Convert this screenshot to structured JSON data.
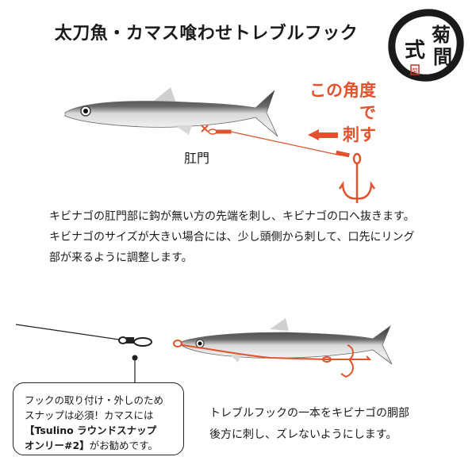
{
  "header": {
    "title": "太刀魚・カマス喰わせトレブルフック",
    "logo": {
      "text": "菊間式",
      "seal_text": "菊",
      "icon": "brush-circle-logo-icon"
    }
  },
  "top_diagram": {
    "angle_label_line1": "この角度で",
    "angle_label_line2": "刺す",
    "arrow_icon": "left-arrow-icon",
    "anus_label": "肛門",
    "mark_icon": "x-mark-icon",
    "fish_icon": "kibinago-fish-icon",
    "hook_icon": "treble-hook-icon"
  },
  "instructions": {
    "line1": "キビナゴの肛門部に鈎が無い方の先端を刺し、キビナゴの口へ抜きます。",
    "line2": "キビナゴのサイズが大きい場合には、少し頭側から刺して、口先にリング",
    "line3": "部が来るように調整します。"
  },
  "bottom_diagram": {
    "snap_icon": "snap-swivel-icon",
    "callout": {
      "line1": "フックの取り付け・外しのため",
      "line2": "スナップは必須！カマスには",
      "product_line1": "【Tsulino ラウンドスナップ",
      "product_line2": "オンリー#2】",
      "line4_suffix": "がお勧めです。"
    },
    "description_line1": "トレブルフックの一本をキビナゴの胴部",
    "description_line2": "後方に刺し、ズレないようにします。"
  },
  "colors": {
    "accent": "#e0532e",
    "text": "#1a1a1a",
    "background": "#ffffff"
  }
}
